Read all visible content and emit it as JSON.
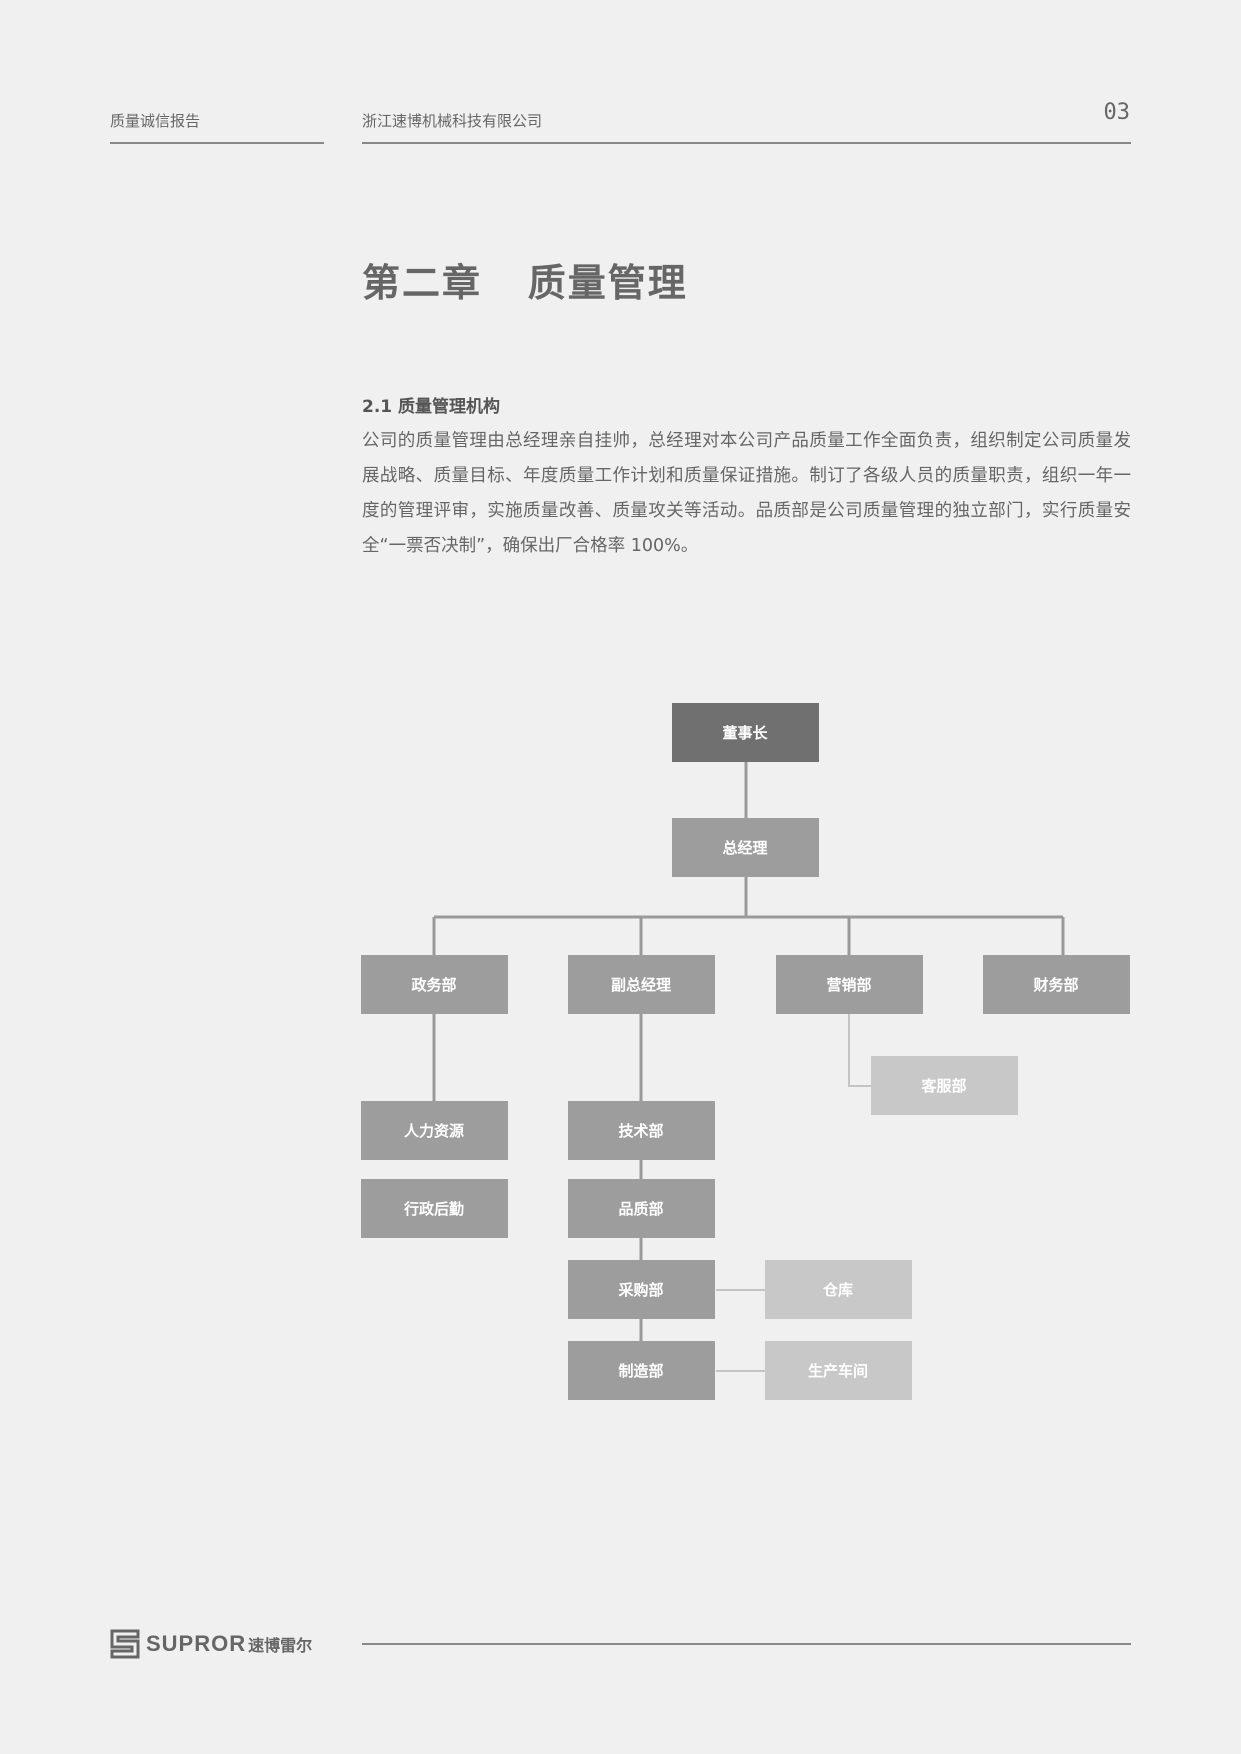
{
  "header": {
    "report_title": "质量诚信报告",
    "company": "浙江速博机械科技有限公司",
    "page_number": "03"
  },
  "chapter": {
    "title": "第二章   质量管理"
  },
  "section": {
    "heading": "2.1 质量管理机构",
    "body": "公司的质量管理由总经理亲自挂帅，总经理对本公司产品质量工作全面负责，组织制定公司质量发展战略、质量目标、年度质量工作计划和质量保证措施。制订了各级人员的质量职责，组织一年一度的管理评审，实施质量改善、质量攻关等活动。品质部是公司质量管理的独立部门，实行质量安全“一票否决制”，确保出厂合格率 100%。"
  },
  "org_chart": {
    "chairman": "董事长",
    "general_manager": "总经理",
    "admin_dept": "政务部",
    "deputy_gm": "副总经理",
    "marketing": "营销部",
    "finance": "财务部",
    "customer_service": "客服部",
    "hr": "人力资源",
    "logistics": "行政后勤",
    "tech": "技术部",
    "quality": "品质部",
    "purchasing": "采购部",
    "warehouse": "仓库",
    "manufacturing": "制造部",
    "workshop": "生产车间"
  },
  "footer": {
    "brand": "SUPROR",
    "brand_cn": "速博雷尔"
  },
  "colors": {
    "box_dark": "#707070",
    "box_mid": "#9d9d9d",
    "box_light": "#c8c8c8",
    "connector": "#9a9a9a",
    "connector_light": "#c4c4c4"
  }
}
